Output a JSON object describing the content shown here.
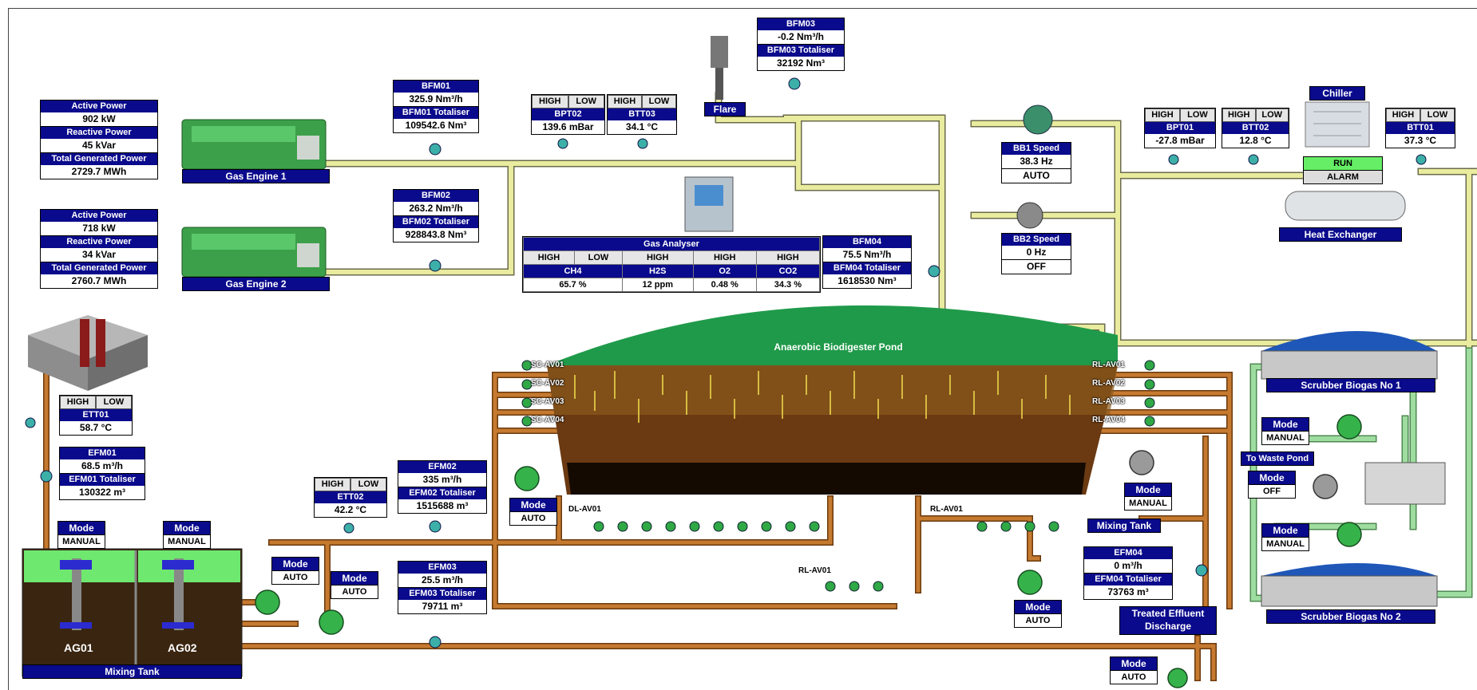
{
  "engines": [
    {
      "name": "Gas Engine 1",
      "active_power_label": "Active Power",
      "active_power": "902 kW",
      "reactive_power_label": "Reactive Power",
      "reactive_power": "45 kVar",
      "total_label": "Total Generated Power",
      "total": "2729.7 MWh"
    },
    {
      "name": "Gas Engine 2",
      "active_power_label": "Active Power",
      "active_power": "718 kW",
      "reactive_power_label": "Reactive Power",
      "reactive_power": "34 kVar",
      "total_label": "Total Generated Power",
      "total": "2760.7 MWh"
    }
  ],
  "flowmeters": {
    "bfm01": {
      "title": "BFM01",
      "value": "325.9 Nm³/h",
      "tot_label": "BFM01 Totaliser",
      "tot": "109542.6 Nm³"
    },
    "bfm02": {
      "title": "BFM02",
      "value": "263.2 Nm³/h",
      "tot_label": "BFM02 Totaliser",
      "tot": "928843.8 Nm³"
    },
    "bfm03": {
      "title": "BFM03",
      "value": "-0.2 Nm³/h",
      "tot_label": "BFM03 Totaliser",
      "tot": "32192 Nm³"
    },
    "bfm04": {
      "title": "BFM04",
      "value": "75.5 Nm³/h",
      "tot_label": "BFM04 Totaliser",
      "tot": "1618530 Nm³"
    },
    "efm01": {
      "title": "EFM01",
      "value": "68.5 m³/h",
      "tot_label": "EFM01 Totaliser",
      "tot": "130322 m³"
    },
    "efm02": {
      "title": "EFM02",
      "value": "335 m³/h",
      "tot_label": "EFM02 Totaliser",
      "tot": "1515688 m³"
    },
    "efm03": {
      "title": "EFM03",
      "value": "25.5 m³/h",
      "tot_label": "EFM03 Totaliser",
      "tot": "79711 m³"
    },
    "efm04": {
      "title": "EFM04",
      "value": "0 m³/h",
      "tot_label": "EFM04 Totaliser",
      "tot": "73763 m³"
    }
  },
  "hl": {
    "high": "HIGH",
    "low": "LOW"
  },
  "sensors": {
    "bpt02": {
      "title": "BPT02",
      "value": "139.6 mBar"
    },
    "btt03": {
      "title": "BTT03",
      "value": "34.1 °C"
    },
    "bpt01": {
      "title": "BPT01",
      "value": "-27.8 mBar"
    },
    "btt02": {
      "title": "BTT02",
      "value": "12.8 °C"
    },
    "btt01": {
      "title": "BTT01",
      "value": "37.3 °C"
    },
    "ett01": {
      "title": "ETT01",
      "value": "58.7 °C"
    },
    "ett02": {
      "title": "ETT02",
      "value": "42.2 °C"
    }
  },
  "flare": "Flare",
  "chiller": "Chiller",
  "heat_exchanger": {
    "name": "Heat Exchanger",
    "run": "RUN",
    "alarm": "ALARM"
  },
  "blowers": [
    {
      "label": "BB1 Speed",
      "value": "38.3 Hz",
      "mode": "AUTO"
    },
    {
      "label": "BB2 Speed",
      "value": "0 Hz",
      "mode": "OFF"
    }
  ],
  "gas_analyser": {
    "title": "Gas Analyser",
    "cols": [
      {
        "h1": "HIGH",
        "h2": "LOW",
        "name": "CH4",
        "value": "65.7 %"
      },
      {
        "h1": "HIGH",
        "name": "H2S",
        "value": "12 ppm"
      },
      {
        "h1": "HIGH",
        "name": "O2",
        "value": "0.48 %"
      },
      {
        "h1": "HIGH",
        "name": "CO2",
        "value": "34.3 %"
      }
    ]
  },
  "pond": {
    "title": "Anaerobic Biodigester Pond"
  },
  "scrubbers": [
    "Scrubber Biogas No 1",
    "Scrubber Biogas No 2"
  ],
  "waste_pond": "To Waste Pond",
  "mixing_tank": "Mixing Tank",
  "mixing_tank_side": "Mixing Tank",
  "agitators": [
    "AG01",
    "AG02"
  ],
  "treated": "Treated Effluent Discharge",
  "valves_left": [
    "SC-AV01",
    "SC-AV02",
    "SC-AV03",
    "SC-AV04"
  ],
  "valves_right": [
    "RL-AV01",
    "RL-AV02",
    "RL-AV03",
    "RL-AV04"
  ],
  "bottom_valves_left": "DL-AV01",
  "bottom_valves_right": "RL-AV01",
  "bottom_valves_low": "RL-AV01",
  "modes": {
    "ag01": {
      "label": "Mode",
      "value": "MANUAL"
    },
    "ag02": {
      "label": "Mode",
      "value": "MANUAL"
    },
    "p1": {
      "label": "Mode",
      "value": "AUTO"
    },
    "p2": {
      "label": "Mode",
      "value": "AUTO"
    },
    "recirc": {
      "label": "Mode",
      "value": "AUTO"
    },
    "pond_right": {
      "label": "Mode",
      "value": "MANUAL"
    },
    "bottom_mid": {
      "label": "Mode",
      "value": "AUTO"
    },
    "bottom_right": {
      "label": "Mode",
      "value": "AUTO"
    },
    "scr1": {
      "label": "Mode",
      "value": "MANUAL"
    },
    "waste": {
      "label": "Mode",
      "value": "OFF"
    },
    "scr2": {
      "label": "Mode",
      "value": "MANUAL"
    }
  },
  "colors": {
    "nav": "#0a0a8c",
    "gas_pipe": "#e9eb9e",
    "effluent_pipe": "#b96a1e",
    "water_pipe": "#9edca0",
    "green": "#66ee66"
  }
}
